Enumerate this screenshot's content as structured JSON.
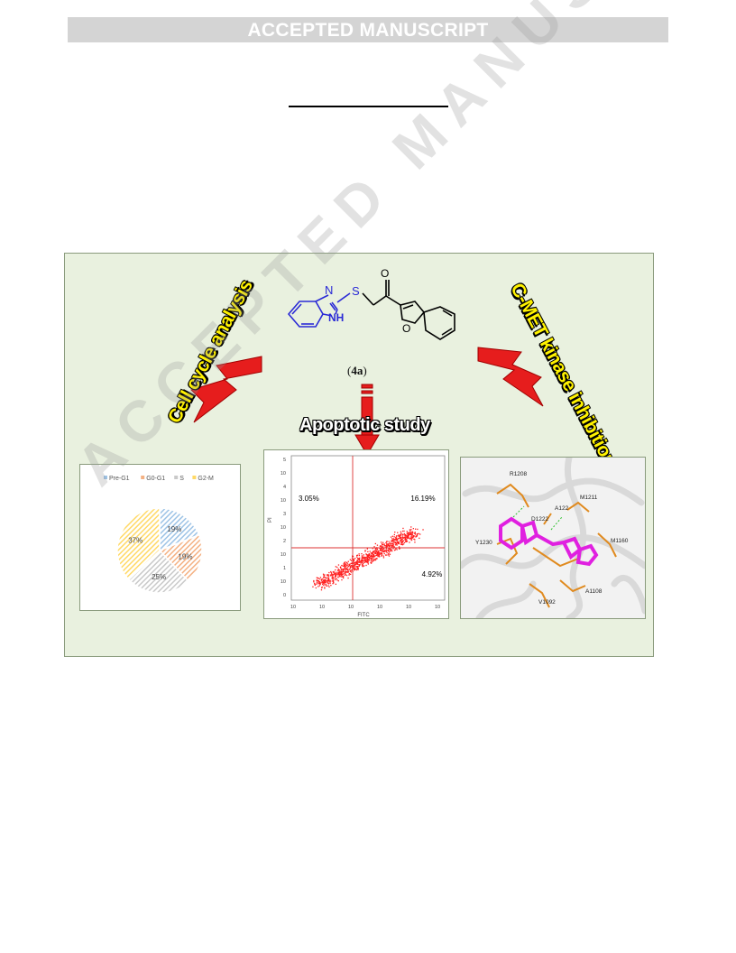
{
  "header": {
    "banner": "ACCEPTED MANUSCRIPT"
  },
  "watermark": "ACCEPTED MANUSCRIPT",
  "graphic": {
    "compound": {
      "open": "(",
      "id": "4a",
      "close": ")"
    },
    "molecule_atoms": {
      "n1": "N",
      "nh": "NH",
      "s": "S",
      "o_carbonyl": "O",
      "o_ring": "O"
    },
    "labels": {
      "cell_cycle": "Cell cycle analysis",
      "apoptotic": "Apoptotic study",
      "cmet": "C-MET kinase inhibition"
    },
    "colors": {
      "arrow": "#e61d1d",
      "label_yellow": "#fff200",
      "background": "#e9f1df"
    }
  },
  "chart_data": [
    {
      "type": "pie",
      "categories": [
        "Pre-G1",
        "G0-G1",
        "S",
        "G2-M"
      ],
      "values": [
        19,
        19,
        25,
        37
      ],
      "labels": [
        "19%",
        "19%",
        "25%",
        "37%"
      ],
      "colors": [
        "#9dc3e6",
        "#f4b183",
        "#c9c9c9",
        "#ffd966"
      ],
      "legend": "top"
    },
    {
      "type": "scatter",
      "xlabel": "FITC",
      "ylabel": "PI",
      "quadrants": {
        "upper_left": "3.05%",
        "upper_right": "16.19%",
        "lower_right": "4.92%"
      },
      "y_ticks": [
        "5",
        "10",
        "4",
        "10",
        "3",
        "10",
        "2",
        "10",
        "1",
        "10",
        "0"
      ],
      "x_ticks": [
        "10",
        "10",
        "10",
        "10",
        "10",
        "10"
      ],
      "color": "#ff1e1e"
    }
  ],
  "docking": {
    "residues": [
      "R1208",
      "M1211",
      "D1222",
      "A122",
      "Y1230",
      "M1160",
      "A1108",
      "V1092"
    ]
  }
}
